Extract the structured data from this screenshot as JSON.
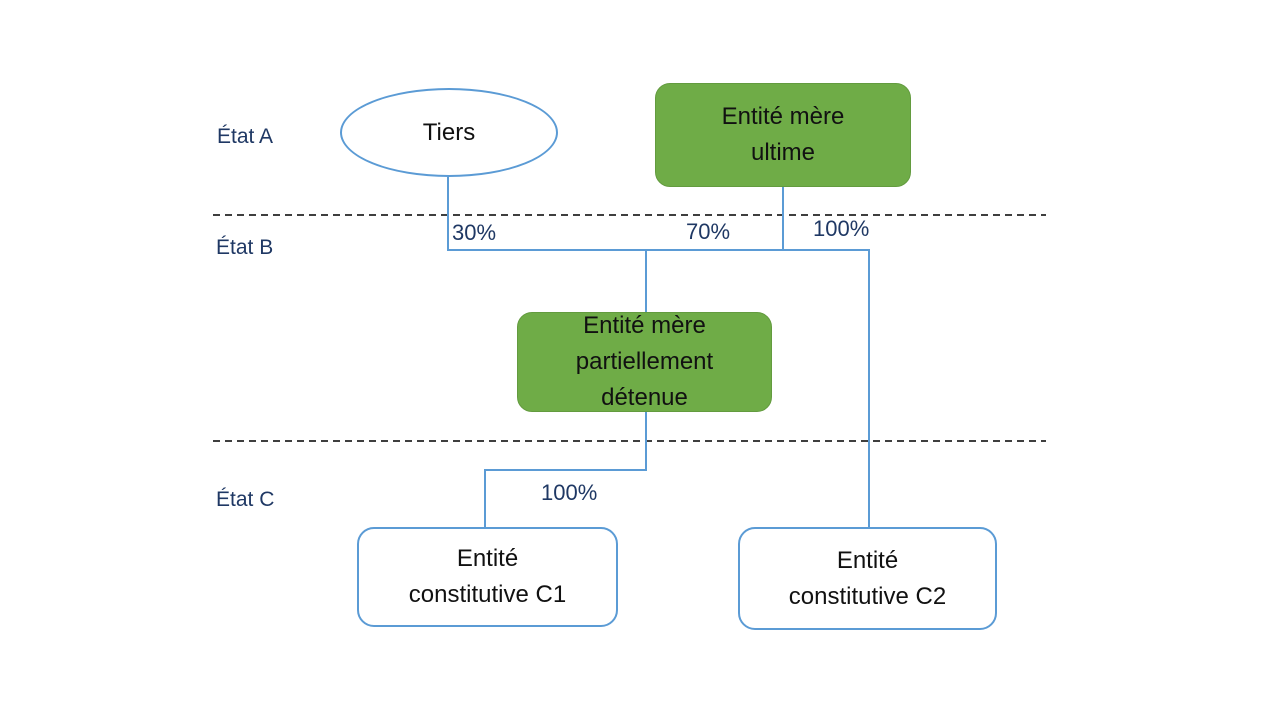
{
  "diagram": {
    "state_labels": {
      "a": "État A",
      "b": "État B",
      "c": "État C"
    },
    "nodes": {
      "tiers": {
        "label": "Tiers",
        "shape": "ellipse"
      },
      "ultimate_parent": {
        "lines": [
          "Entité mère",
          "ultime"
        ],
        "shape": "rounded-rect",
        "fill": "green"
      },
      "partially_owned_parent": {
        "lines": [
          "Entité mère",
          "partiellement",
          "détenue"
        ],
        "shape": "rounded-rect",
        "fill": "green"
      },
      "constituent_c1": {
        "lines": [
          "Entité",
          "constitutive C1"
        ],
        "shape": "rounded-rect",
        "fill": "white"
      },
      "constituent_c2": {
        "lines": [
          "Entité",
          "constitutive C2"
        ],
        "shape": "rounded-rect",
        "fill": "white"
      }
    },
    "ownership_percentages": {
      "tiers_in_pope": "30%",
      "upe_in_pope": "70%",
      "upe_in_c2": "100%",
      "pope_in_c1": "100%"
    },
    "colors": {
      "node_green": "#6FAC47",
      "label_navy": "#1F3864",
      "connector_blue": "#5B9BD5",
      "dashed_line": "#3F3F3F"
    }
  }
}
